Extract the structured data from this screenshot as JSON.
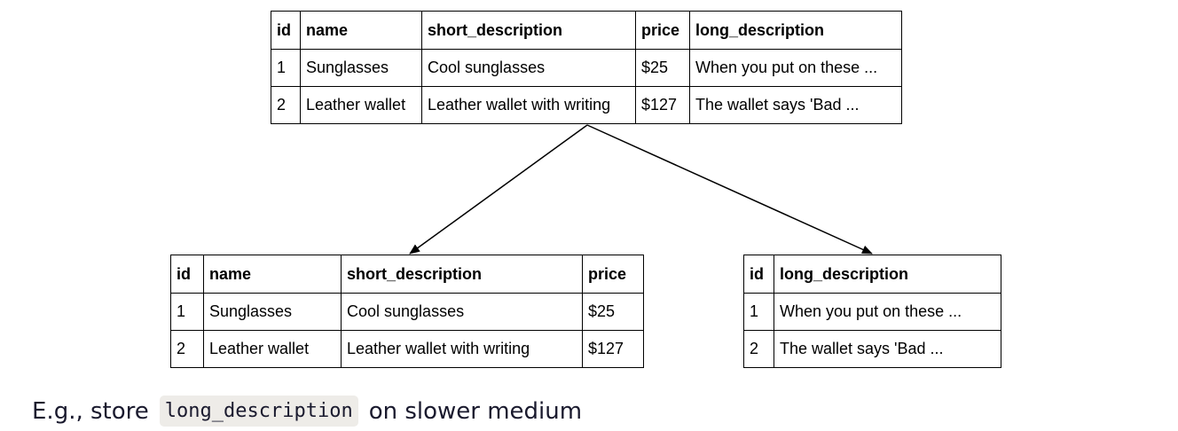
{
  "top_table": {
    "headers": [
      "id",
      "name",
      "short_description",
      "price",
      "long_description"
    ],
    "rows": [
      [
        "1",
        "Sunglasses",
        "Cool sunglasses",
        "$25",
        "When you put on these ..."
      ],
      [
        "2",
        "Leather wallet",
        "Leather wallet with writing",
        "$127",
        "The wallet says 'Bad ..."
      ]
    ]
  },
  "left_table": {
    "headers": [
      "id",
      "name",
      "short_description",
      "price"
    ],
    "rows": [
      [
        "1",
        "Sunglasses",
        "Cool sunglasses",
        "$25"
      ],
      [
        "2",
        "Leather wallet",
        "Leather wallet with writing",
        "$127"
      ]
    ]
  },
  "right_table": {
    "headers": [
      "id",
      "long_description"
    ],
    "rows": [
      [
        "1",
        "When you put on these ..."
      ],
      [
        "2",
        "The wallet says 'Bad ..."
      ]
    ]
  },
  "caption": {
    "prefix": "E.g., store",
    "code": "long_description",
    "suffix": "on slower medium"
  }
}
